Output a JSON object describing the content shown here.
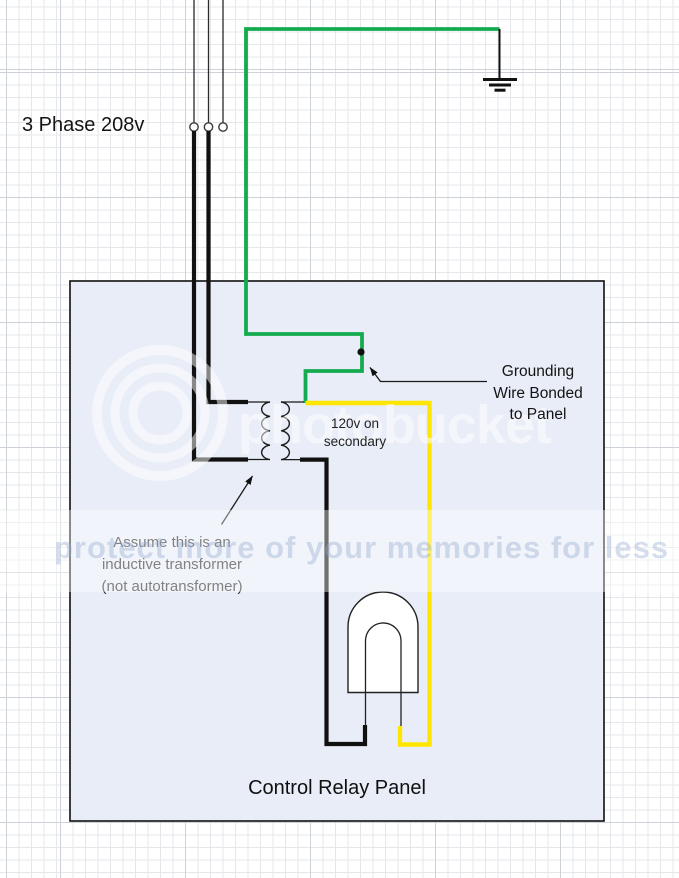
{
  "labels": {
    "phase": "3 Phase 208v",
    "secondary": [
      "120v on",
      "secondary"
    ],
    "grounding": [
      "Grounding",
      "Wire Bonded",
      "to Panel"
    ],
    "assume": [
      "Assume this is an",
      "inductive transformer",
      "(not autotransformer)"
    ],
    "panel_title": "Control Relay Panel"
  },
  "watermark": {
    "logo_text": "photobucket",
    "banner_text": "protect more of your memories for less"
  },
  "colors": {
    "ground_wire": "#14ab50",
    "secondary_hot_wire": "#ffe600",
    "phase_wire": "#111111",
    "panel_fill": "#e8edf7",
    "panel_border": "#0f0f0f"
  }
}
